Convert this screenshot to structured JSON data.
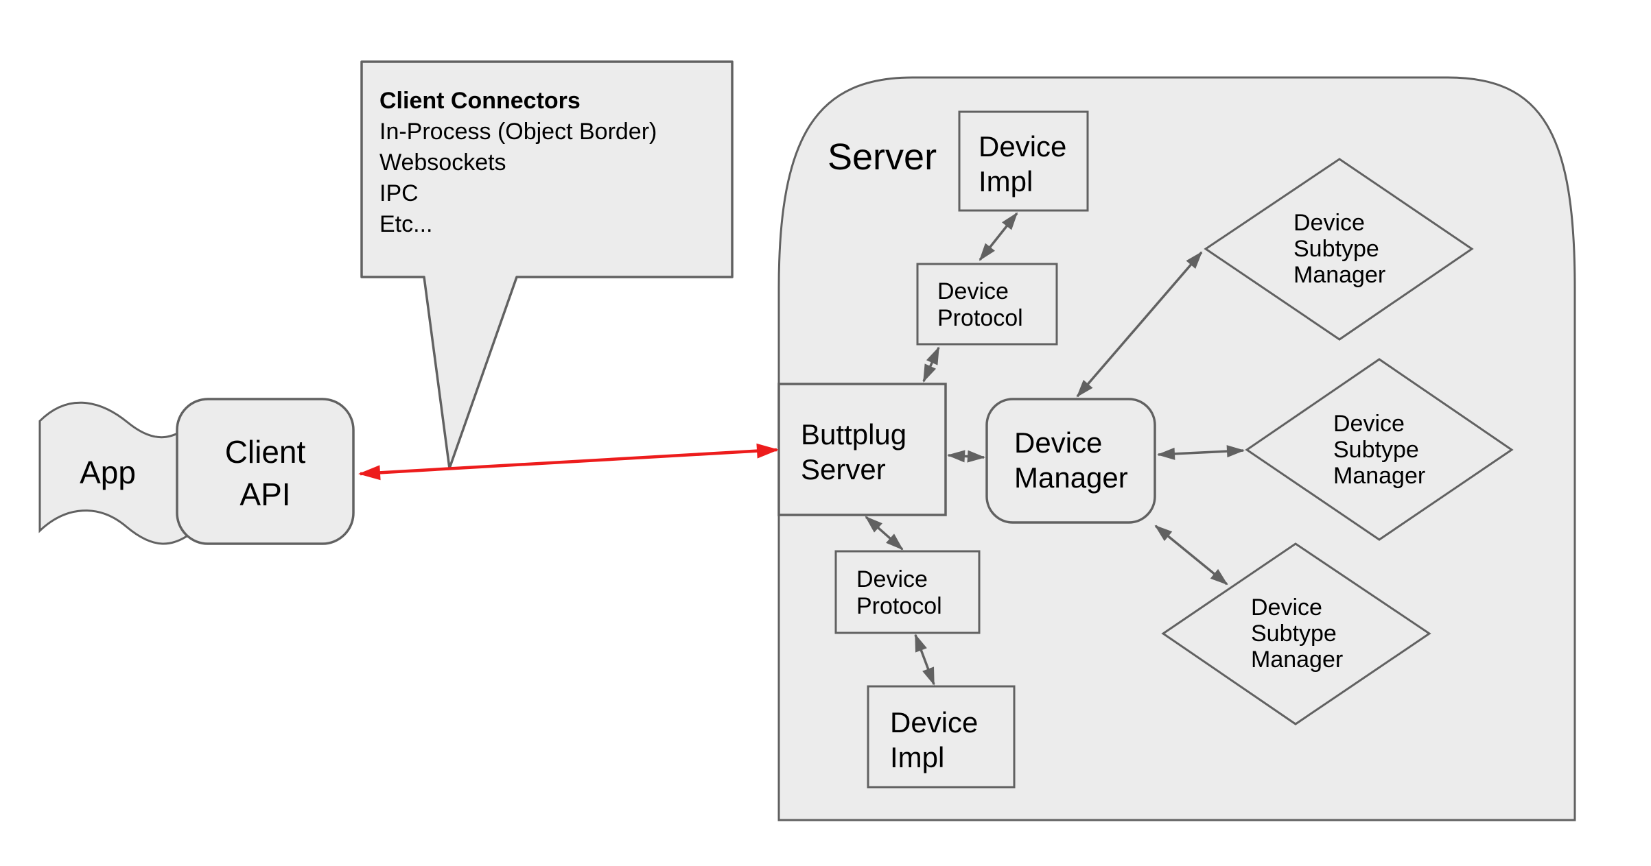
{
  "colors": {
    "shape_fill": "#ececec",
    "shape_border": "#616161",
    "arrow": "#616161",
    "red_arrow": "#ed1c1c",
    "text": "#000000"
  },
  "app": {
    "label": "App"
  },
  "client_api": {
    "label": "Client\nAPI"
  },
  "callout": {
    "title": "Client Connectors",
    "lines": "In-Process (Object Border)\nWebsockets\nIPC\nEtc..."
  },
  "server": {
    "label": "Server",
    "device_impl_top": {
      "label": "Device\nImpl"
    },
    "device_protocol_top": {
      "label": "Device\nProtocol"
    },
    "buttplug_server": {
      "label": "Buttplug\nServer"
    },
    "device_manager": {
      "label": "Device\nManager"
    },
    "device_protocol_bottom": {
      "label": "Device\nProtocol"
    },
    "device_impl_bottom": {
      "label": "Device\nImpl"
    },
    "subtype_managers": [
      "Device\nSubtype\nManager",
      "Device\nSubtype\nManager",
      "Device\nSubtype\nManager"
    ]
  }
}
